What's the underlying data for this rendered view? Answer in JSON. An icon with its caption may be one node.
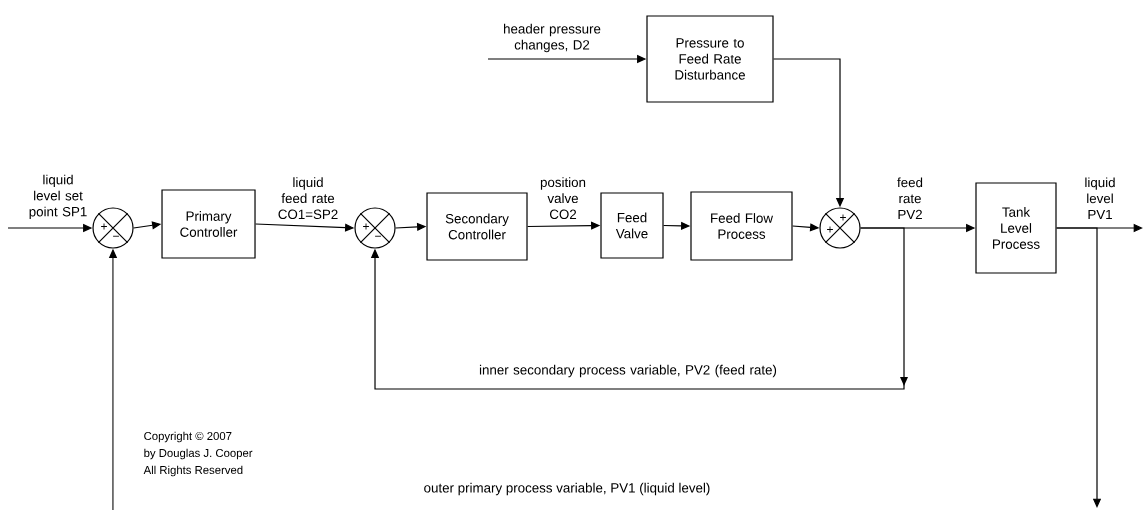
{
  "diagram": {
    "nodes": [
      {
        "text": [
          "+",
          "−"
        ]
      },
      {
        "text": [
          "Primary Controller"
        ]
      },
      {
        "text": [
          "+",
          "−"
        ]
      },
      {
        "text": [
          "Secondary Controller"
        ]
      },
      {
        "text": [
          "Feed Valve"
        ]
      },
      {
        "text": [
          "Feed Flow Process"
        ]
      },
      {
        "text": [
          "+",
          "+"
        ]
      },
      {
        "text": [
          "Pressure to Feed Rate Disturbance"
        ]
      },
      {
        "text": [
          "Tank Level Process"
        ]
      }
    ],
    "edges": [
      {
        "from": null,
        "to": 0,
        "arrow": "to",
        "label": "liquid level set point SP1"
      },
      {
        "from": 0,
        "to": 1,
        "arrow": "to"
      },
      {
        "from": 1,
        "to": 2,
        "arrow": "to",
        "label": "liquid feed rate CO1=SP2"
      },
      {
        "from": 2,
        "to": 3,
        "arrow": "to"
      },
      {
        "from": 3,
        "to": 4,
        "arrow": "to",
        "label": "position valve CO2"
      },
      {
        "from": 4,
        "to": 5,
        "arrow": "to"
      },
      {
        "from": 5,
        "to": 6,
        "arrow": "to"
      },
      {
        "from": null,
        "to": 7,
        "arrow": "to",
        "label": "header pressure changes, D2"
      },
      {
        "from": 7,
        "to": 6,
        "arrow": "to"
      },
      {
        "from": 6,
        "to": 8,
        "arrow": "to",
        "label": "feed rate PV2"
      },
      {
        "from": 8,
        "to": null,
        "arrow": "to",
        "label": "liquid level PV1"
      },
      {
        "from": 6,
        "to": 2,
        "arrow": "to",
        "label": "inner secondary process variable, PV2 (feed rate)"
      },
      {
        "from": 8,
        "to": null,
        "arrow": "to"
      },
      {
        "from": null,
        "to": 0,
        "arrow": "to"
      }
    ],
    "labels": [
      "Copyright © 2007",
      "by Douglas J. Cooper",
      "All Rights Reserved",
      "outer primary process variable, PV1 (liquid level)"
    ]
  }
}
